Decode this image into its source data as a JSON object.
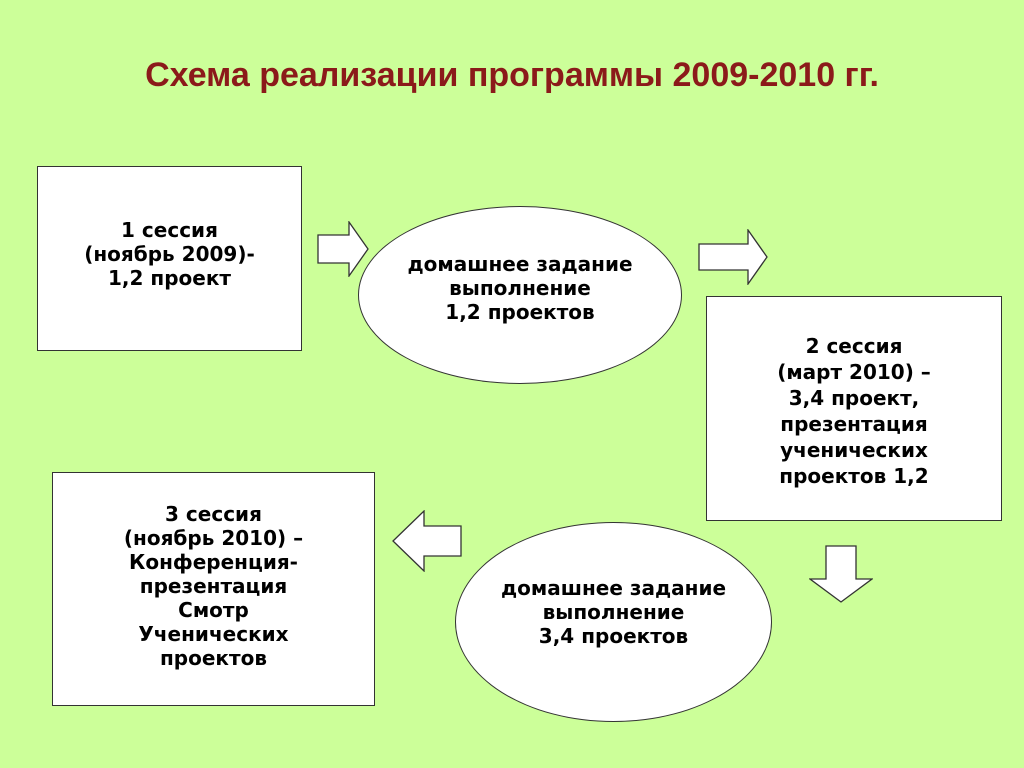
{
  "title": "Схема реализации программы 2009-2010 гг.",
  "nodes": {
    "session1": "1 сессия\n(ноябрь 2009)-\n1,2 проект",
    "homework1": "домашнее задание\nвыполнение\n1,2 проектов",
    "session2": "2 сессия\n(март 2010) –\n3,4 проект,\nпрезентация\nученических\nпроектов 1,2",
    "homework2": "домашнее задание\nвыполнение\n3,4 проектов",
    "session3": "3 сессия\n(ноябрь  2010) –\nКонференция-\nпрезентация\nСмотр\nУченических\nпроектов"
  },
  "arrows": [
    {
      "name": "arrow-session1-to-homework1",
      "direction": "right"
    },
    {
      "name": "arrow-homework1-to-session2",
      "direction": "right"
    },
    {
      "name": "arrow-session2-to-homework2",
      "direction": "down"
    },
    {
      "name": "arrow-homework2-to-session3",
      "direction": "left"
    }
  ],
  "colors": {
    "background": "#ccff99",
    "title": "#8b1a1a",
    "shape_fill": "#ffffff",
    "shape_border": "#333333"
  }
}
